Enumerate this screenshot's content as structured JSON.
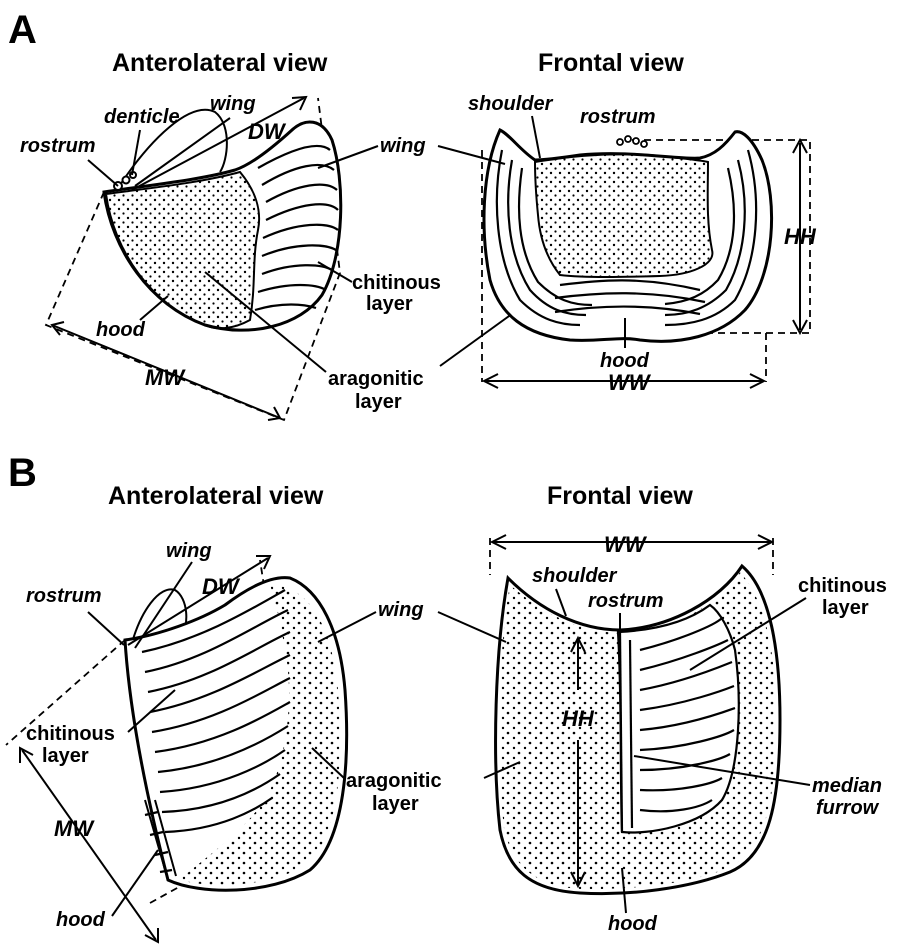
{
  "panels": {
    "A": {
      "letter": "A",
      "left": {
        "title": "Anterolateral view",
        "labels": {
          "denticle": "denticle",
          "wing_top": "wing",
          "dw": "DW",
          "rostrum": "rostrum",
          "wing_right": "wing",
          "chitinous_1": "chitinous",
          "chitinous_2": "layer",
          "hood": "hood",
          "mw": "MW"
        }
      },
      "center": {
        "aragonitic_1": "aragonitic",
        "aragonitic_2": "layer"
      },
      "right": {
        "title": "Frontal view",
        "labels": {
          "shoulder": "shoulder",
          "rostrum": "rostrum",
          "hh": "HH",
          "hood": "hood",
          "ww": "WW"
        }
      }
    },
    "B": {
      "letter": "B",
      "left": {
        "title": "Anterolateral view",
        "labels": {
          "wing_top": "wing",
          "dw": "DW",
          "rostrum": "rostrum",
          "wing_right": "wing",
          "chitinous_1": "chitinous",
          "chitinous_2": "layer",
          "mw": "MW",
          "hood": "hood",
          "aragonitic_1": "aragonitic",
          "aragonitic_2": "layer"
        }
      },
      "right": {
        "title": "Frontal view",
        "labels": {
          "ww": "WW",
          "shoulder": "shoulder",
          "rostrum": "rostrum",
          "chitinous_1": "chitinous",
          "chitinous_2": "layer",
          "hh": "HH",
          "median_1": "median",
          "median_2": "furrow",
          "hood": "hood"
        }
      }
    }
  }
}
